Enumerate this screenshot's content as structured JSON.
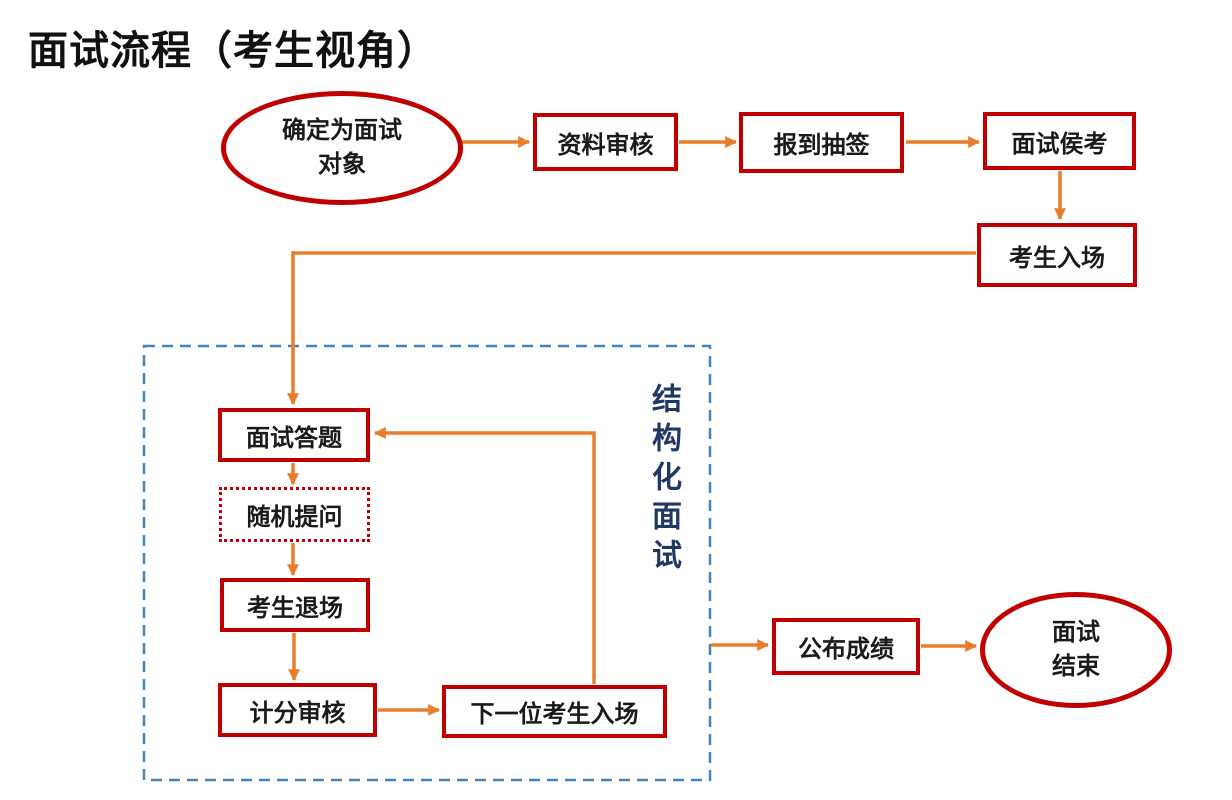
{
  "title": "面试流程（考生视角）",
  "colors": {
    "red": "#c00000",
    "orange": "#e87e2b",
    "dash": "#4584b6",
    "navy": "#1f3864",
    "text": "#1a1a1a",
    "bg": "#ffffff"
  },
  "nodes": {
    "start": {
      "line1": "确定为面试",
      "line2": "对象"
    },
    "review": {
      "label": "资料审核"
    },
    "lottery": {
      "label": "报到抽签"
    },
    "waiting": {
      "label": "面试侯考"
    },
    "enter": {
      "label": "考生入场"
    },
    "answer": {
      "label": "面试答题"
    },
    "random": {
      "label": "随机提问"
    },
    "leave": {
      "label": "考生退场"
    },
    "scoring": {
      "label": "计分审核"
    },
    "next": {
      "label": "下一位考生入场"
    },
    "announce": {
      "label": "公布成绩"
    },
    "end": {
      "line1": "面试",
      "line2": "结束"
    }
  },
  "group": {
    "label": "结构化面试"
  }
}
